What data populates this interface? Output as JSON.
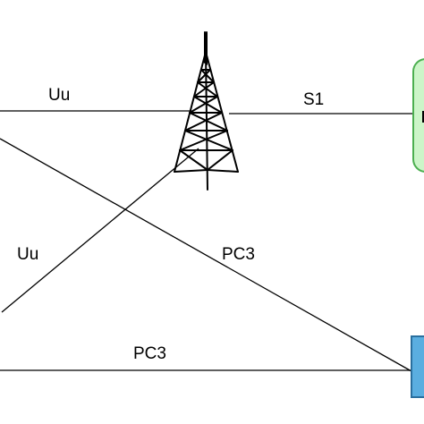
{
  "diagram": {
    "links": {
      "uu_top": "Uu",
      "s1": "S1",
      "uu_diagonal": "Uu",
      "pc3_diagonal": "PC3",
      "pc3_bottom": "PC3"
    },
    "colors": {
      "line": "#000000",
      "core_node_fill": "#ccf5c8",
      "core_node_stroke": "#4caf50",
      "server_fill": "#5aaee0",
      "server_stroke": "#2a6f9e"
    },
    "icons": {
      "tower": "cell-tower-icon",
      "core_node": "core-network-node",
      "server": "application-server-node"
    }
  }
}
